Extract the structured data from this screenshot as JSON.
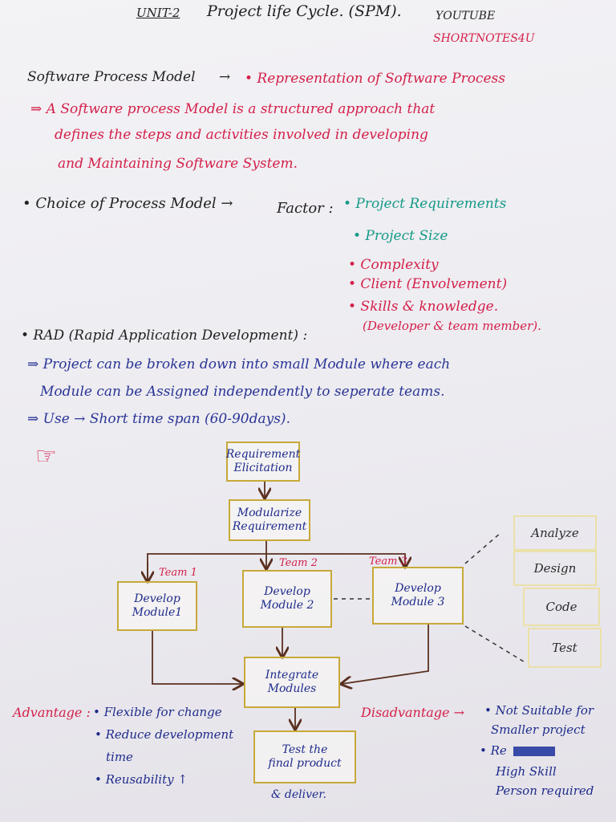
{
  "header": {
    "unit": "UNIT-2",
    "title": "Project life Cycle. (SPM).",
    "youtube": "YOUTUBE",
    "channel": "SHORTNOTES4U"
  },
  "spm": {
    "label": "Software Process Model",
    "arrow": "→",
    "definition_short": "• Representation of Software Process",
    "line1": "⇒ A Software process Model is a structured approach that",
    "line2": "defines the steps and activities involved in developing",
    "line3": "and Maintaining Software System."
  },
  "choice": {
    "label": "• Choice of Process Model →",
    "factor": "Factor :",
    "factors": [
      "• Project Requirements",
      "• Project Size",
      "• Complexity",
      "• Client (Envolvement)",
      "• Skills & knowledge.",
      "(Developer & team member)."
    ]
  },
  "rad": {
    "label": "• RAD (Rapid Application Development) :",
    "line1": "⇒ Project can be broken down into small Module where each",
    "line2": "Module can be Assigned independently to seperate teams.",
    "line3": "⇒ Use → Short time span (60-90days).",
    "pointer": "☞"
  },
  "diagram": {
    "req_elicitation": "Requirement\nElicitation",
    "modularize": "Modularize\nRequirement",
    "team1": "Team 1",
    "team2": "Team 2",
    "team3": "Team 3",
    "module1": "Develop\nModule1",
    "module2": "Develop\nModule 2",
    "module3": "Develop\nModule 3",
    "integrate": "Integrate\nModules",
    "test": "Test the\nfinal product",
    "deliver": "& deliver.",
    "phases": [
      "Analyze",
      "Design",
      "Code",
      "Test"
    ]
  },
  "advantage": {
    "label": "Advantage :",
    "items": [
      "• Flexible for change",
      "• Reduce development",
      "time",
      "• Reusability ↑"
    ]
  },
  "disadvantage": {
    "label": "Disadvantage →",
    "items": [
      "• Not Suitable for",
      "Smaller project",
      "• Re",
      "High Skill",
      "Person required"
    ]
  }
}
